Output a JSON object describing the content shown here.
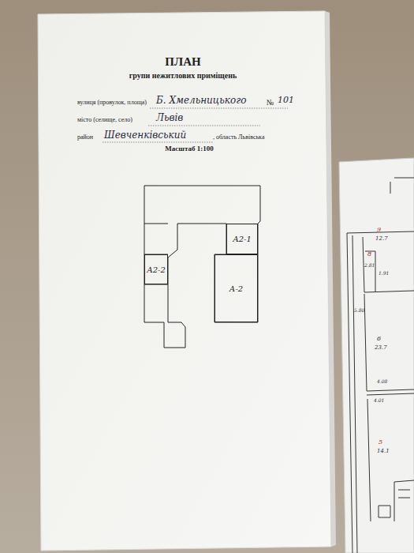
{
  "diagram": {
    "title": "ПЛАН",
    "nodes": [
      {
        "text": [
          "А2-1"
        ]
      },
      {
        "text": [
          "А2-2"
        ]
      },
      {
        "text": [
          "А-2"
        ]
      }
    ],
    "labels": [
      "групи нежитлових приміщень",
      "вулиця (провулок, площа)",
      "Б. Хмельницького",
      "№",
      "101",
      "місто (селище, село)",
      "Львів",
      "район",
      "Шевченківський",
      ", область Львівська",
      "Масштаб 1:100",
      "9",
      "12.7",
      "8",
      "6",
      "23.7",
      "5.80",
      "4.08",
      "4.01",
      "5",
      "14.1",
      "2.81",
      "1.91"
    ]
  }
}
